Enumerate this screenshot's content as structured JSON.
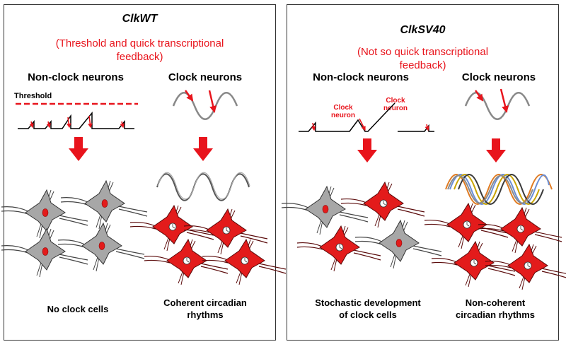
{
  "left": {
    "title": "ClkWT",
    "subtitle_line1": "(Threshold and quick transcriptional",
    "subtitle_line2": "feedback)",
    "col1_heading": "Non-clock neurons",
    "col2_heading": "Clock neurons",
    "threshold_label": "Threshold",
    "caption1": "No clock cells",
    "caption2_line1": "Coherent circadian",
    "caption2_line2": "rhythms"
  },
  "right": {
    "title": "ClkSV40",
    "subtitle_line1": "(Not so quick transcriptional",
    "subtitle_line2": "feedback)",
    "col1_heading": "Non-clock neurons",
    "col2_heading": "Clock neurons",
    "clock_neuron_label_a_1": "Clock",
    "clock_neuron_label_a_2": "neuron",
    "clock_neuron_label_b_1": "Clock",
    "clock_neuron_label_b_2": "neuron",
    "caption1_line1": "Stochastic development",
    "caption1_line2": "of clock cells",
    "caption2_line1": "Non-coherent",
    "caption2_line2": "circadian rhythms"
  },
  "colors": {
    "accent_red": "#e8141c",
    "neuron_grey": "#a7a7a7",
    "neuron_red": "#e31b1b",
    "wave_grey": "#888888"
  }
}
